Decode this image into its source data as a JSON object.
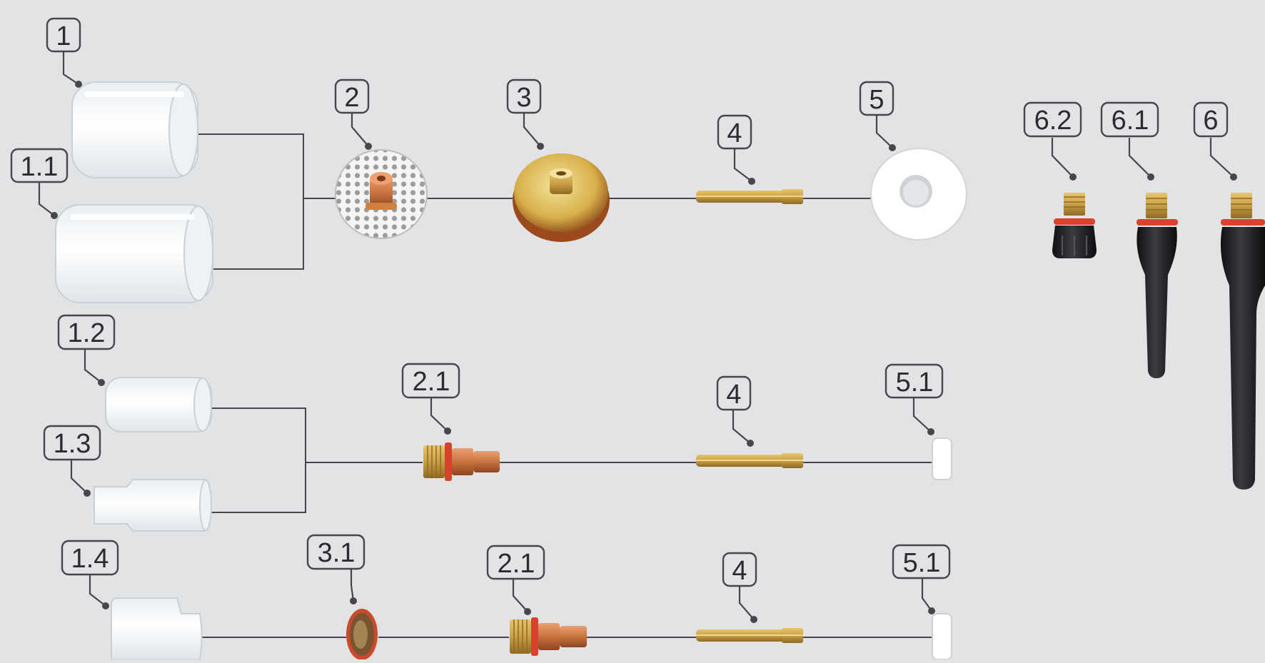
{
  "labels": {
    "l1": "1",
    "l1_1": "1.1",
    "l1_2": "1.2",
    "l1_3": "1.3",
    "l1_4": "1.4",
    "l2": "2",
    "l2_1a": "2.1",
    "l2_1b": "2.1",
    "l3": "3",
    "l3_1": "3.1",
    "l4a": "4",
    "l4b": "4",
    "l4c": "4",
    "l5": "5",
    "l5_1a": "5.1",
    "l5_1b": "5.1",
    "l6": "6",
    "l6_1": "6.1",
    "l6_2": "6.2"
  },
  "colors": {
    "background": "#e2e3e5",
    "line": "#45474d",
    "brass": "#c9a046",
    "copper": "#c8733f",
    "seal": "#d8432e",
    "cap": "#1b1b1d"
  }
}
